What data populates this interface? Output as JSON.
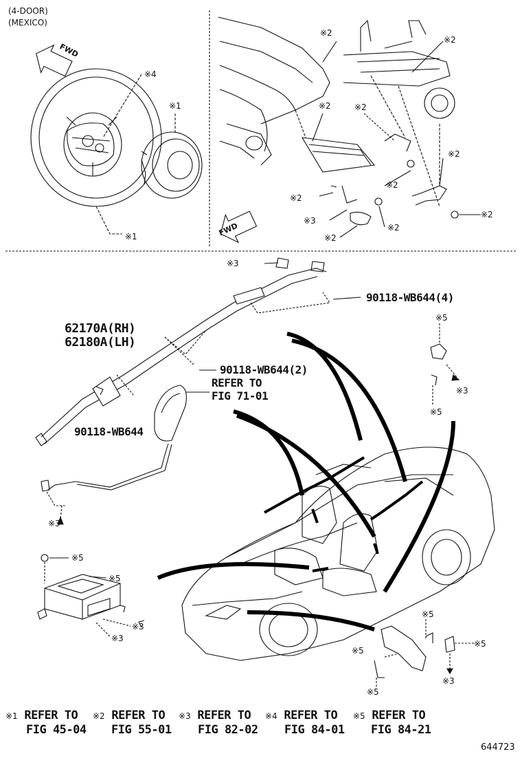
{
  "header": {
    "line1": "(4-DOOR)",
    "line2": "(MEXICO)"
  },
  "fwd_label": "FWD",
  "markers": {
    "m1": "※1",
    "m2": "※2",
    "m3": "※3",
    "m4": "※4",
    "m5": "※5"
  },
  "parts": {
    "airbag_rh": "62170A(RH)",
    "airbag_lh": "62180A(LH)",
    "bolt_4": "90118-WB644(4)",
    "bolt_2": "90118-WB644(2)",
    "bolt_single": "90118-WB644",
    "refer_to": "REFER TO",
    "fig_71": "FIG 71-01"
  },
  "legend": [
    {
      "mark": "※1",
      "refer": "REFER TO",
      "fig": "FIG 45-04"
    },
    {
      "mark": "※2",
      "refer": "REFER TO",
      "fig": "FIG 55-01"
    },
    {
      "mark": "※3",
      "refer": "REFER TO",
      "fig": "FIG 82-02"
    },
    {
      "mark": "※4",
      "refer": "REFER TO",
      "fig": "FIG 84-01"
    },
    {
      "mark": "※5",
      "refer": "REFER TO",
      "fig": "FIG 84-21"
    }
  ],
  "figure_number": "644723"
}
